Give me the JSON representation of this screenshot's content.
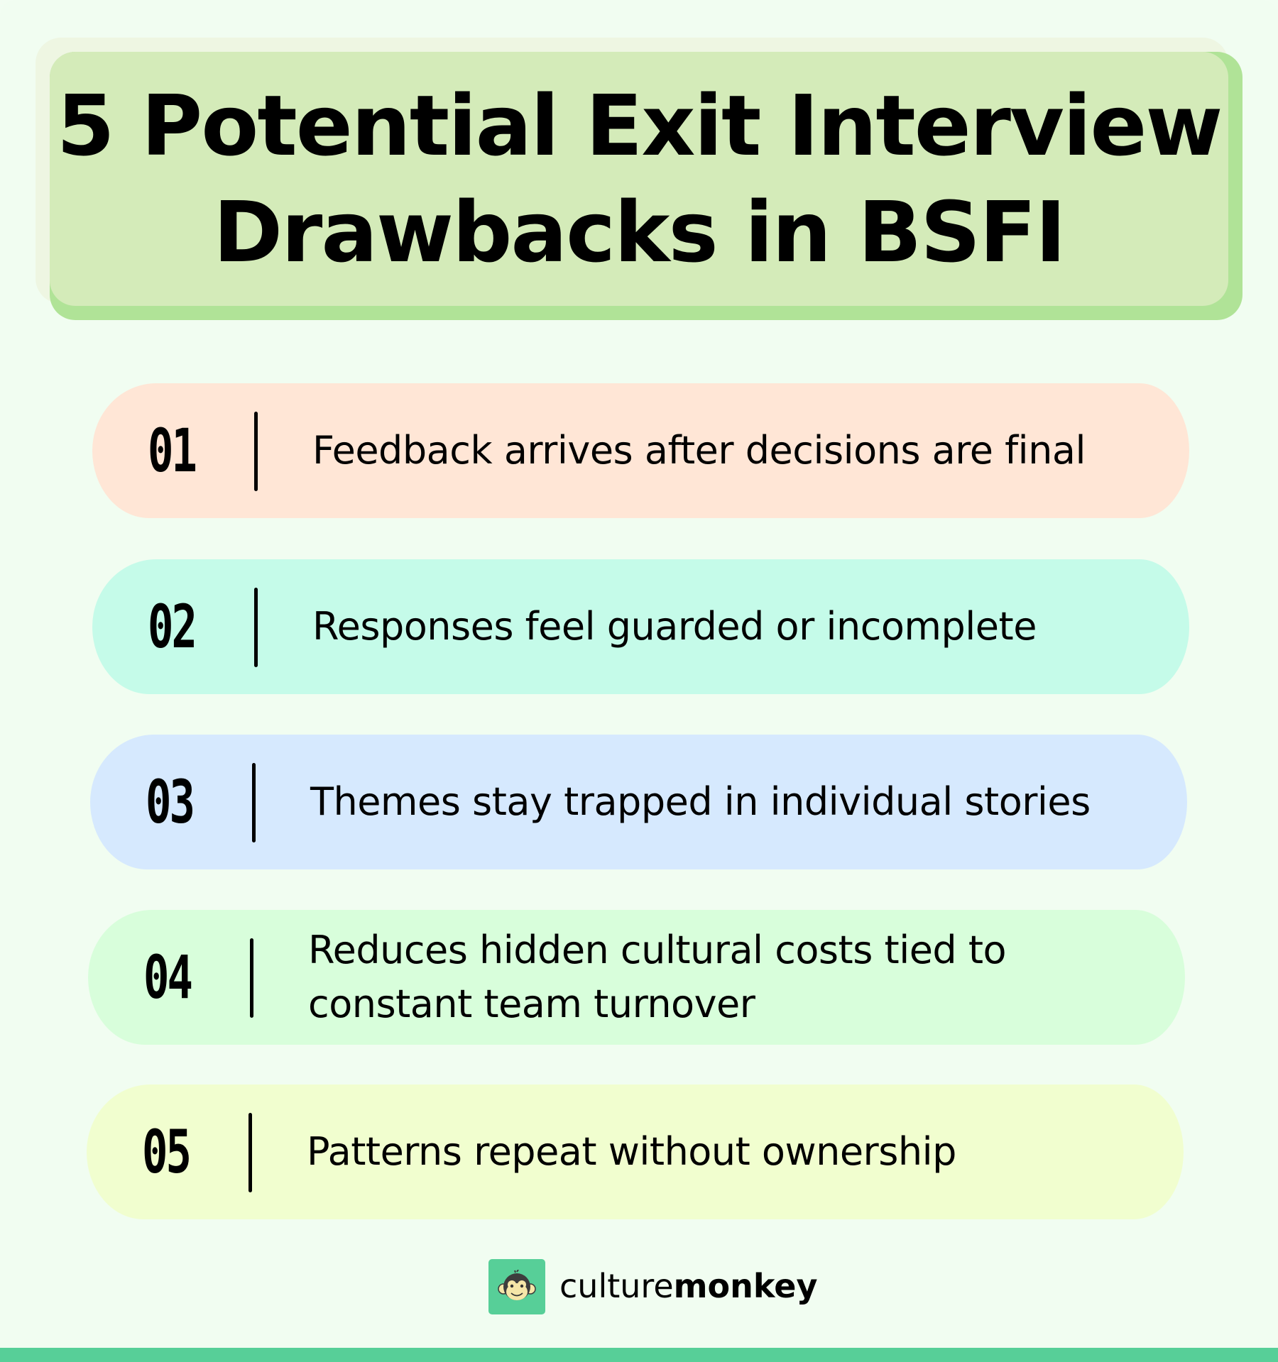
{
  "title": {
    "line1": "5 Potential Exit Interview",
    "line2": "Drawbacks in BSFI"
  },
  "items": [
    {
      "number": "01",
      "text": "Feedback arrives after decisions are final",
      "color": "#ffe6d6"
    },
    {
      "number": "02",
      "text": "Responses feel guarded or incomplete",
      "color": "#c5fbe9"
    },
    {
      "number": "03",
      "text": "Themes stay trapped in individual stories",
      "color": "#d6e9fe"
    },
    {
      "number": "04",
      "text": "Reduces hidden cultural costs tied to constant team turnover",
      "color": "#d8fedb"
    },
    {
      "number": "05",
      "text": "Patterns repeat without ownership",
      "color": "#f1fecf"
    }
  ],
  "footer": {
    "brand_light": "culture",
    "brand_bold": "monkey",
    "logo_icon": "monkey-face-icon",
    "accent": "#57cf98"
  },
  "colors": {
    "background": "#f1fdf1",
    "title_box": "#d4ebb9",
    "title_shadow": "#b0e397"
  }
}
